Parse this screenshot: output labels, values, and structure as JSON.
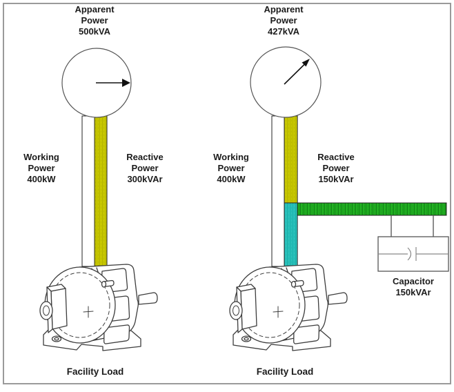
{
  "left_system": {
    "meter": {
      "title": "Apparent Power",
      "value": "500kVA"
    },
    "working": {
      "title": "Working Power",
      "value": "400kW"
    },
    "reactive": {
      "title": "Reactive Power",
      "value": "300kVAr"
    },
    "load_label": "Facility Load",
    "needle_direction": "horizontal-right"
  },
  "right_system": {
    "meter": {
      "title": "Apparent Power",
      "value": "427kVA"
    },
    "working": {
      "title": "Working Power",
      "value": "400kW"
    },
    "reactive": {
      "title": "Reactive Power",
      "value": "150kVAr"
    },
    "capacitor": {
      "title": "Capacitor",
      "value": "150kVAr"
    },
    "load_label": "Facility Load",
    "needle_direction": "diagonal-up-right"
  },
  "colors": {
    "working_pipe": "#ffffff",
    "reactive_pipe": "#d8d800",
    "compensated_pipe": "#33cfc9",
    "capacitor_feed_bar": "#22b322",
    "outline": "#222222",
    "frame_border": "#9a9a9a"
  },
  "icons": {
    "meter": "analog-gauge-icon",
    "motor": "electric-motor-illustration",
    "capacitor": "capacitor-symbol"
  }
}
